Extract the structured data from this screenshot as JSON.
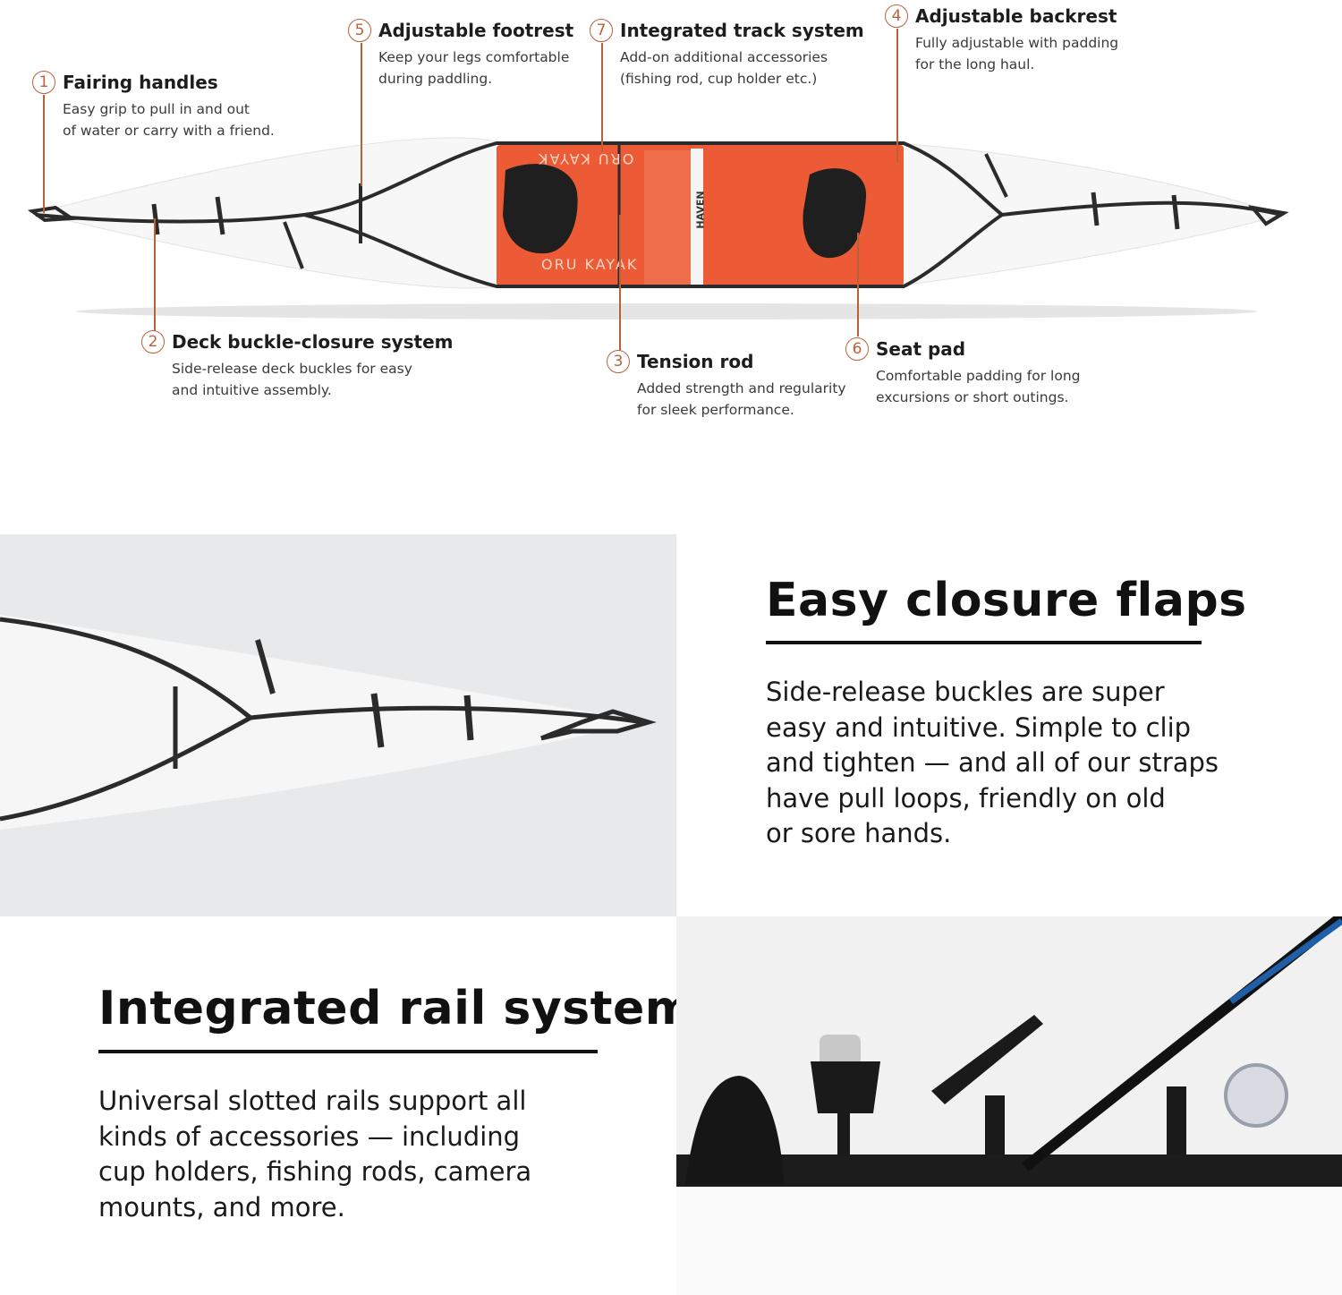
{
  "diagram": {
    "callouts": [
      {
        "num": "1",
        "title": "Fairing handles",
        "desc": "Easy grip to pull in and out\nof water or carry with a friend."
      },
      {
        "num": "2",
        "title": "Deck buckle-closure system",
        "desc": "Side-release deck buckles for easy\nand intuitive assembly."
      },
      {
        "num": "3",
        "title": "Tension rod",
        "desc": "Added strength and regularity\nfor sleek performance."
      },
      {
        "num": "4",
        "title": "Adjustable backrest",
        "desc": "Fully adjustable with padding\nfor the long haul."
      },
      {
        "num": "5",
        "title": "Adjustable footrest",
        "desc": "Keep your legs comfortable\nduring paddling."
      },
      {
        "num": "6",
        "title": "Seat pad",
        "desc": "Comfortable padding for long\nexcursions or short outings."
      },
      {
        "num": "7",
        "title": "Integrated track system",
        "desc": "Add-on additional accessories\n(fishing rod, cup holder etc.)"
      }
    ],
    "hull_print": {
      "brand_top": "ORU KAYAK",
      "brand_bottom": "ORU KAYAK",
      "model": "HAVEN"
    },
    "colors": {
      "accent": "#b9623a",
      "cockpit": "#ec5b36",
      "frame": "#2b2b2b"
    }
  },
  "closure": {
    "title": "Easy closure flaps",
    "body": "Side-release buckles are super\neasy and intuitive. Simple to clip\nand tighten — and all of our straps\nhave pull loops, friendly on old\nor sore hands."
  },
  "rail": {
    "title": "Integrated rail system",
    "body": "Universal slotted rails support all\nkinds of accessories — including\ncup holders, fishing rods, camera\nmounts, and more."
  }
}
